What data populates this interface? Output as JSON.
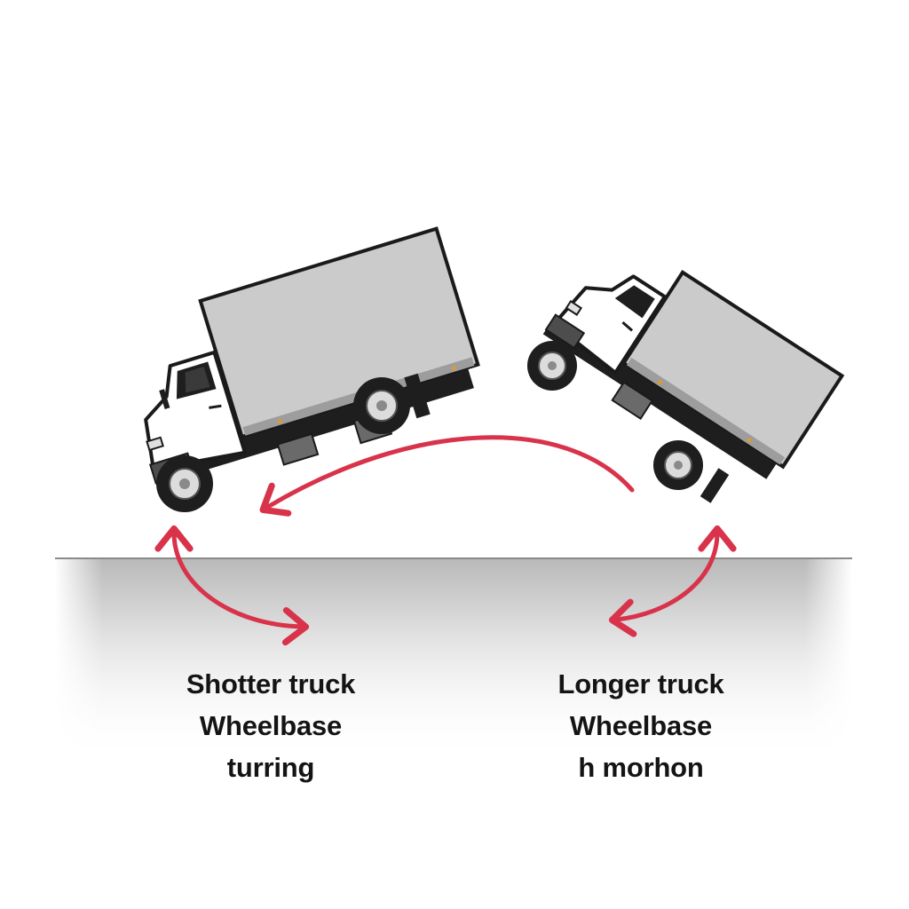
{
  "colors": {
    "arrow": "#d8334a",
    "cargo_box": "#cbcbcb",
    "cab": "#ffffff",
    "chassis": "#1e1e1e",
    "outline": "#1a1a1a",
    "ground_shadow": "#bdbdbd"
  },
  "left_label": {
    "line1": "Shotter truck",
    "line2": "Wheelbase",
    "line3": "turring"
  },
  "right_label": {
    "line1": "Longer truck",
    "line2": "Wheelbase",
    "line3": "h morhon"
  }
}
